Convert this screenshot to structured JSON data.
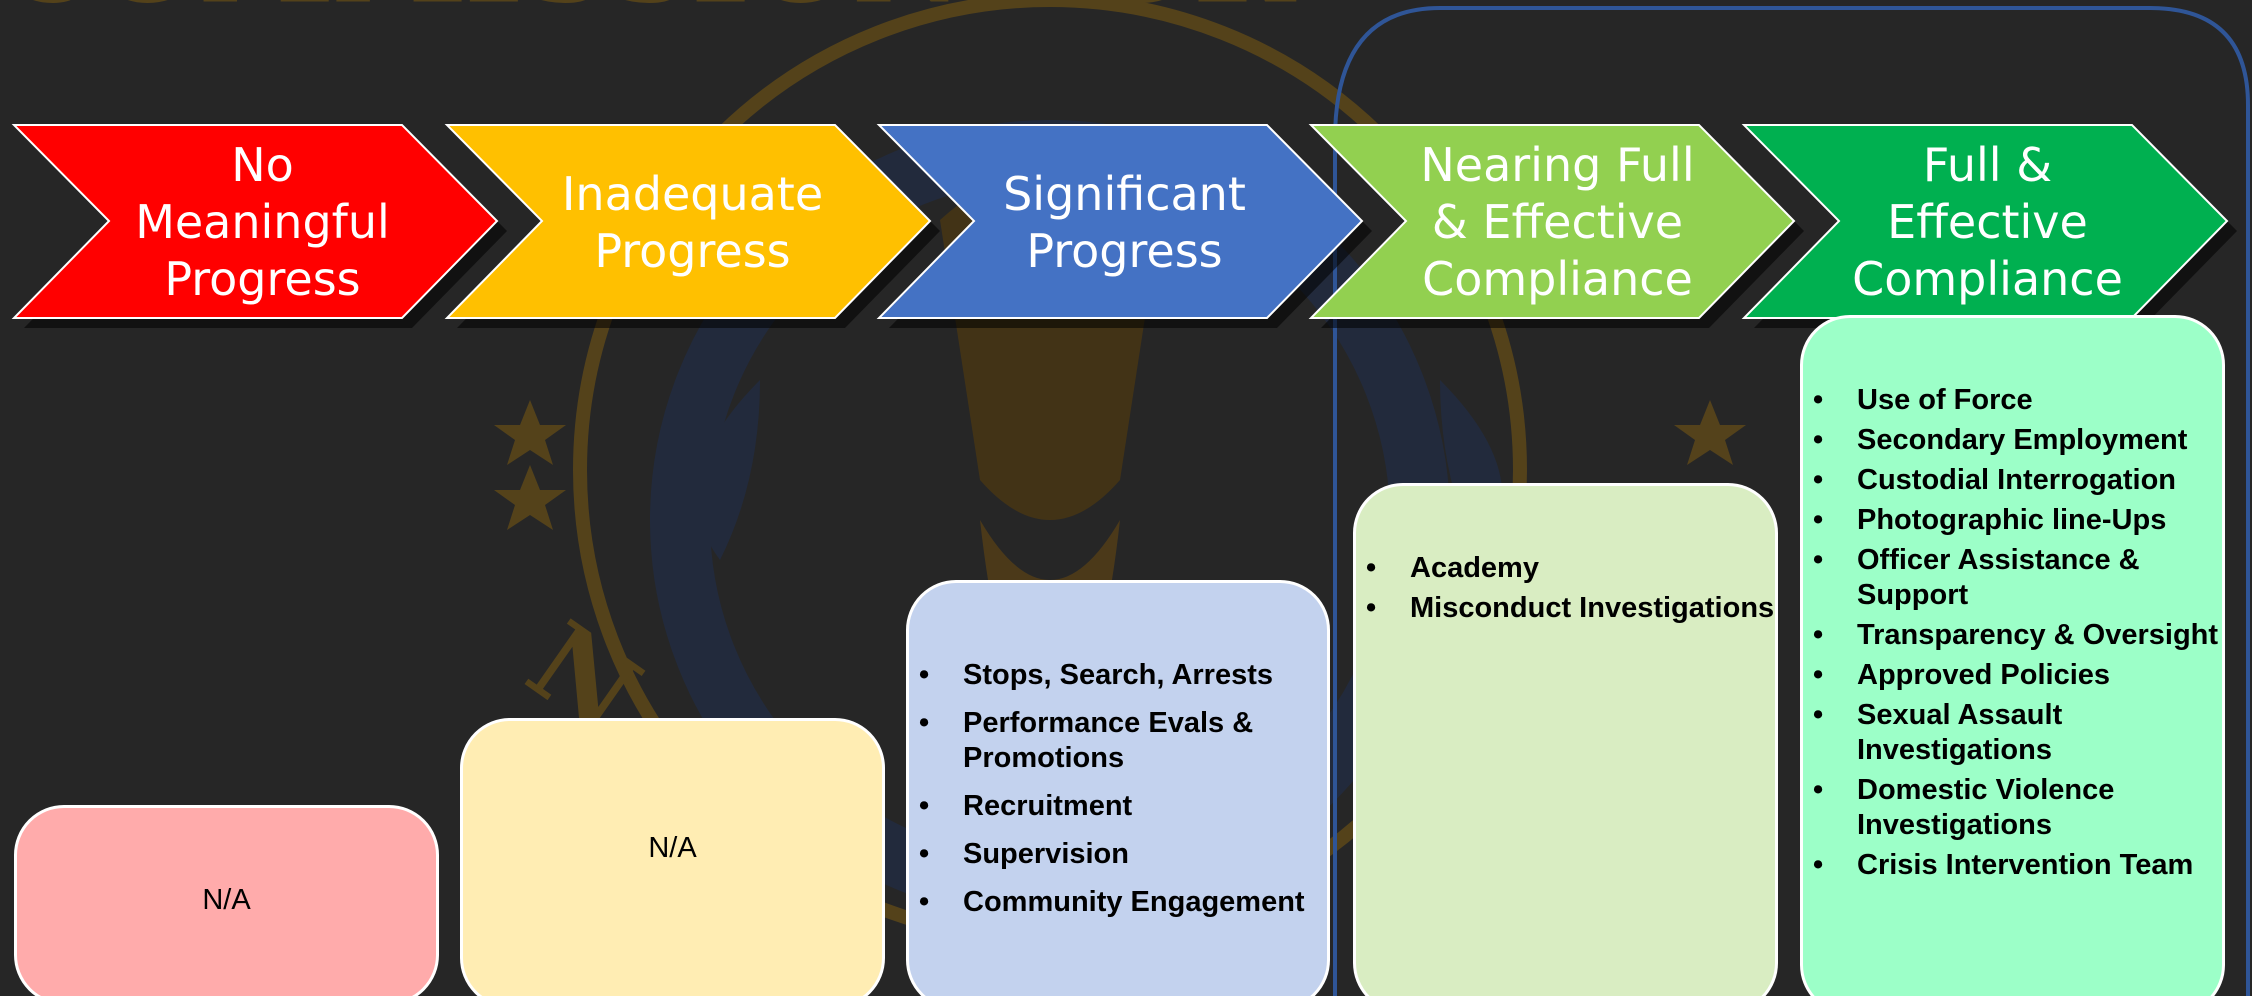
{
  "stages": [
    {
      "label": "No\nMeaningful\nProgress",
      "color": "#FF0000"
    },
    {
      "label": "Inadequate\nProgress",
      "color": "#FFC000"
    },
    {
      "label": "Significant\nProgress",
      "color": "#4472C4"
    },
    {
      "label": "Nearing Full\n& Effective\nCompliance",
      "color": "#92D050"
    },
    {
      "label": "Full &\nEffective\nCompliance",
      "color": "#00B050"
    }
  ],
  "boxes": [
    {
      "fill": "#FFABAB",
      "text": "N/A",
      "items": []
    },
    {
      "fill": "#FFEDB3",
      "text": "N/A",
      "items": []
    },
    {
      "fill": "#C3D2EE",
      "text": "",
      "items": [
        "Stops, Search, Arrests",
        "Performance Evals & Promotions",
        "Recruitment",
        "Supervision",
        "Community Engagement"
      ]
    },
    {
      "fill": "#D9EDC2",
      "text": "",
      "items": [
        "Academy",
        "Misconduct Investigations"
      ]
    },
    {
      "fill": "#9CFFC8",
      "text": "",
      "items": [
        "Use of Force",
        "Secondary Employment",
        "Custodial Interrogation",
        "Photographic line-Ups",
        "Officer Assistance & Support",
        "Transparency & Oversight",
        "Approved Policies",
        "Sexual Assault Investigations",
        "Domestic Violence Investigations",
        "Crisis Intervention Team"
      ]
    }
  ],
  "colors": {
    "background": "#262626",
    "highlight_outline": "#2F5597",
    "watermark_gold": "#7A5A12",
    "watermark_navy": "#1F2E4F"
  },
  "watermark": {
    "text_top": "COMMISSION FOR",
    "text_side": "N"
  }
}
